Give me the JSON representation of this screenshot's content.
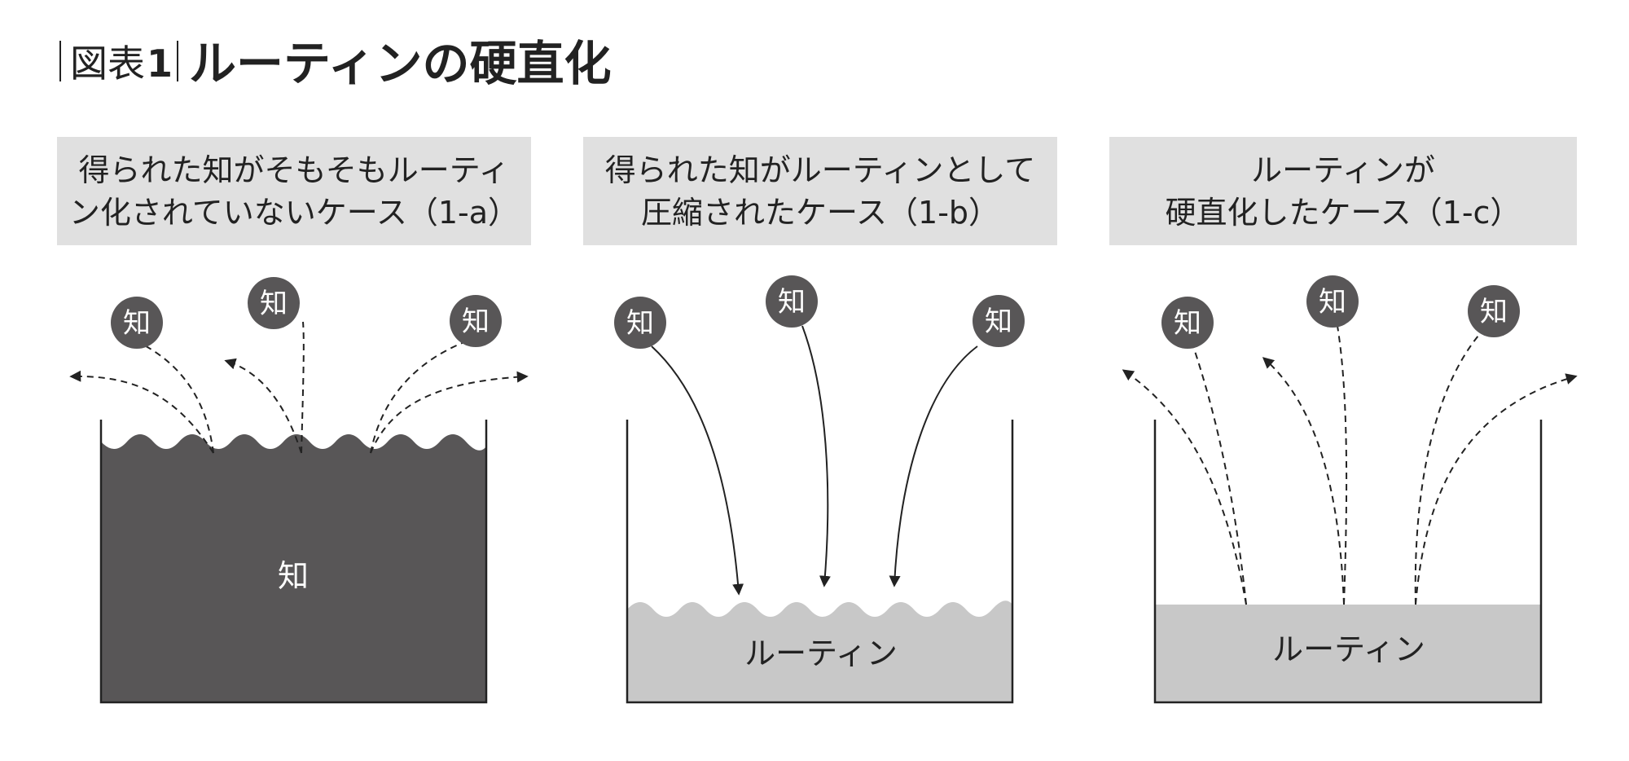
{
  "header": {
    "figure_label": "図表",
    "figure_number": "1",
    "title": "ルーティンの硬直化"
  },
  "panels": [
    {
      "caption_lines": [
        "得られた知がそもそもルーティ",
        "ン化されていないケース（1-a）"
      ],
      "bubble_label": "知",
      "fill_label": "知"
    },
    {
      "caption_lines": [
        "得られた知がルーティンとして",
        "圧縮されたケース（1-b）"
      ],
      "bubble_label": "知",
      "fill_label": "ルーティン"
    },
    {
      "caption_lines": [
        "ルーティンが",
        "硬直化したケース（1-c）"
      ],
      "bubble_label": "知",
      "fill_label": "ルーティン"
    }
  ],
  "colors": {
    "caption_bg": "#e0e0e0",
    "dark_fill": "#585657",
    "light_fill": "#c8c8c8",
    "line": "#222222",
    "bubble": "#585657"
  }
}
